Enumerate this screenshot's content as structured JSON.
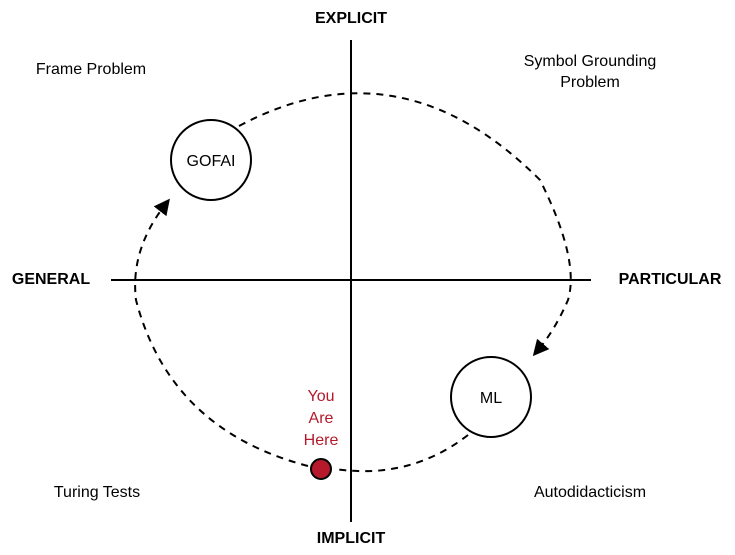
{
  "axes": {
    "top": "EXPLICIT",
    "bottom": "IMPLICIT",
    "left": "GENERAL",
    "right": "PARTICULAR"
  },
  "quadrants": {
    "top_left": "Frame Problem",
    "top_right": [
      "Symbol Grounding",
      "Problem"
    ],
    "bottom_left": "Turing Tests",
    "bottom_right": "Autodidacticism"
  },
  "nodes": {
    "gofai": "GOFAI",
    "ml": "ML"
  },
  "marker": {
    "lines": [
      "You",
      "Are",
      "Here"
    ],
    "color": "#b5192b"
  },
  "colors": {
    "line": "#000000",
    "background": "#ffffff"
  }
}
